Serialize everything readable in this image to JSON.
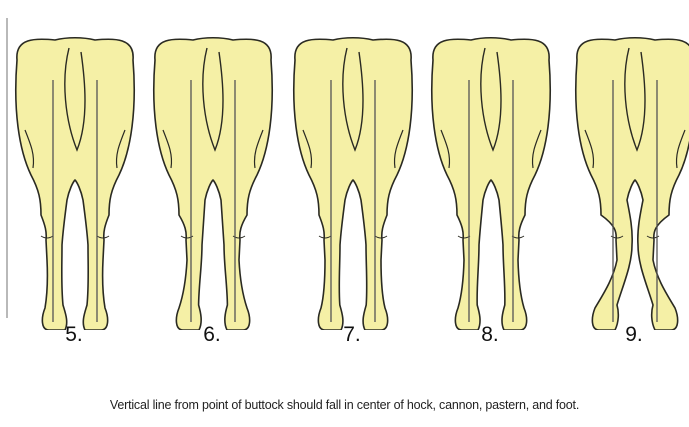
{
  "figures": [
    {
      "label": "5."
    },
    {
      "label": "6."
    },
    {
      "label": "7."
    },
    {
      "label": "8."
    },
    {
      "label": "9."
    }
  ],
  "caption": "Vertical line from point of buttock should fall in center of hock, cannon, pastern, and foot.",
  "colors": {
    "body_fill": "#f5f0a6",
    "outline": "#2a2a22",
    "plumb_line": "#555555",
    "background": "#ffffff"
  }
}
